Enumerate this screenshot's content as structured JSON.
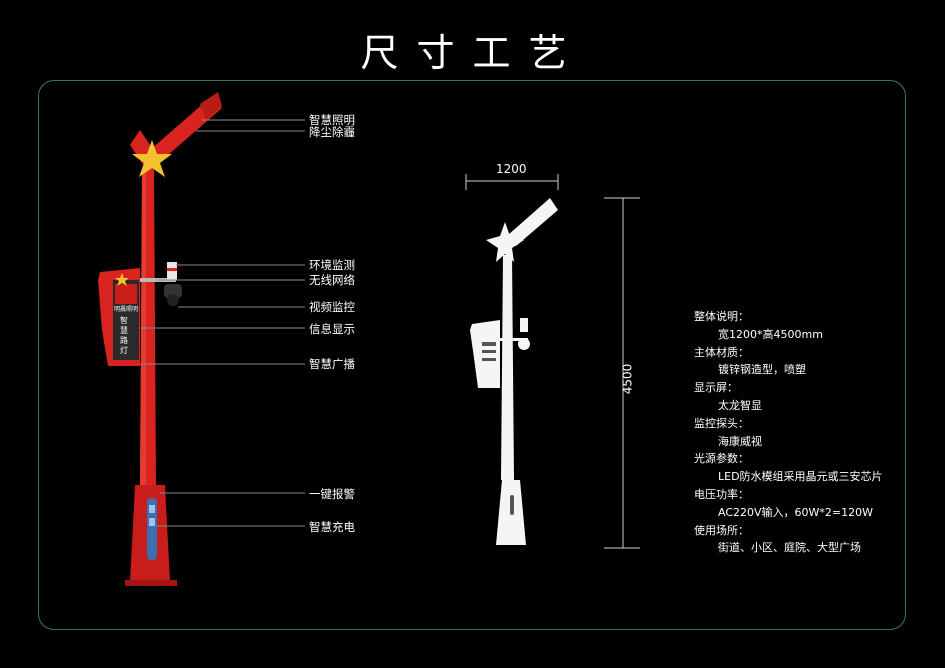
{
  "title": "尺寸工艺",
  "callouts": [
    "智慧照明",
    "降尘除霾",
    "环境监测",
    "无线网络",
    "视频监控",
    "信息显示",
    "智慧广播",
    "一键报警",
    "智慧充电"
  ],
  "panel_text": "智慧路灯",
  "panel_brand": "明晨照明",
  "dimensions": {
    "width": "1200",
    "height": "4500"
  },
  "specs": [
    {
      "heading": "整体说明：",
      "value": "宽1200*高4500mm"
    },
    {
      "heading": "主体材质：",
      "value": "镀锌钢造型，喷塑"
    },
    {
      "heading": "显示屏：",
      "value": "太龙智显"
    },
    {
      "heading": "监控探头：",
      "value": "海康威视"
    },
    {
      "heading": "光源参数：",
      "value": "LED防水模组采用晶元或三安芯片"
    },
    {
      "heading": "电压功率：",
      "value": "AC220V输入，60W*2=120W"
    },
    {
      "heading": "使用场所：",
      "value": "街道、小区、庭院、大型广场"
    }
  ],
  "colors": {
    "pole_red": "#d8231f",
    "frame_green": "#2f7a5c",
    "star_gold": "#f2c230"
  }
}
